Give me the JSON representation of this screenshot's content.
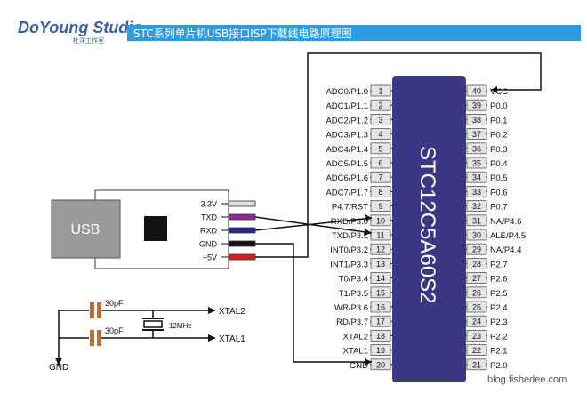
{
  "header": {
    "logo_main": "DoYoung Studio",
    "logo_sub": "杜洋工作室",
    "title": "STC系列单片机USB接口ISP下载线电路原理图"
  },
  "chip": {
    "name": "STC12C5A60S2",
    "color": "#3b3784",
    "left_pins": [
      {
        "num": "1",
        "label": "ADC0/P1.0"
      },
      {
        "num": "2",
        "label": "ADC1/P1.1"
      },
      {
        "num": "3",
        "label": "ADC2/P1.2"
      },
      {
        "num": "4",
        "label": "ADC3/P1.3"
      },
      {
        "num": "5",
        "label": "ADC4/P1.4"
      },
      {
        "num": "6",
        "label": "ADC5/P1.5"
      },
      {
        "num": "7",
        "label": "ADC6/P1.6"
      },
      {
        "num": "8",
        "label": "ADC7/P1.7"
      },
      {
        "num": "9",
        "label": "P4.7/RST"
      },
      {
        "num": "10",
        "label": "RXD/P3.0"
      },
      {
        "num": "11",
        "label": "TXD/P3.1"
      },
      {
        "num": "12",
        "label": "INT0/P3.2"
      },
      {
        "num": "13",
        "label": "INT1/P3.3"
      },
      {
        "num": "14",
        "label": "T0/P3.4"
      },
      {
        "num": "15",
        "label": "T1/P3.5"
      },
      {
        "num": "16",
        "label": "WR/P3.6"
      },
      {
        "num": "17",
        "label": "RD/P3.7"
      },
      {
        "num": "18",
        "label": "XTAL2"
      },
      {
        "num": "19",
        "label": "XTAL1"
      },
      {
        "num": "20",
        "label": "GND"
      }
    ],
    "right_pins": [
      {
        "num": "40",
        "label": "VCC"
      },
      {
        "num": "39",
        "label": "P0.0"
      },
      {
        "num": "38",
        "label": "P0.1"
      },
      {
        "num": "37",
        "label": "P0.2"
      },
      {
        "num": "36",
        "label": "P0.3"
      },
      {
        "num": "35",
        "label": "P0.4"
      },
      {
        "num": "34",
        "label": "P0.5"
      },
      {
        "num": "33",
        "label": "P0.6"
      },
      {
        "num": "32",
        "label": "P0.7"
      },
      {
        "num": "31",
        "label": "NA/P4.6"
      },
      {
        "num": "30",
        "label": "ALE/P4.5"
      },
      {
        "num": "29",
        "label": "NA/P4.4"
      },
      {
        "num": "28",
        "label": "P2.7"
      },
      {
        "num": "27",
        "label": "P2.6"
      },
      {
        "num": "26",
        "label": "P2.5"
      },
      {
        "num": "25",
        "label": "P2.4"
      },
      {
        "num": "24",
        "label": "P2.3"
      },
      {
        "num": "23",
        "label": "P2.2"
      },
      {
        "num": "22",
        "label": "P2.1"
      },
      {
        "num": "21",
        "label": "P2.0"
      }
    ]
  },
  "usb_module": {
    "usb_label": "USB",
    "pins": [
      {
        "label": "3.3V",
        "color": "#e0e0e0"
      },
      {
        "label": "TXD",
        "color": "#8e2a8c"
      },
      {
        "label": "RXD",
        "color": "#2a2a8a"
      },
      {
        "label": "GND",
        "color": "#111111"
      },
      {
        "label": "+5V",
        "color": "#d42020"
      }
    ]
  },
  "crystal": {
    "cap_top": "30pF",
    "cap_bottom": "30pF",
    "freq": "12MHz",
    "xtal2": "XTAL2",
    "xtal1": "XTAL1",
    "gnd": "GND",
    "cap_color": "#c46a2a"
  },
  "watermark": "blog.fishedee.com"
}
